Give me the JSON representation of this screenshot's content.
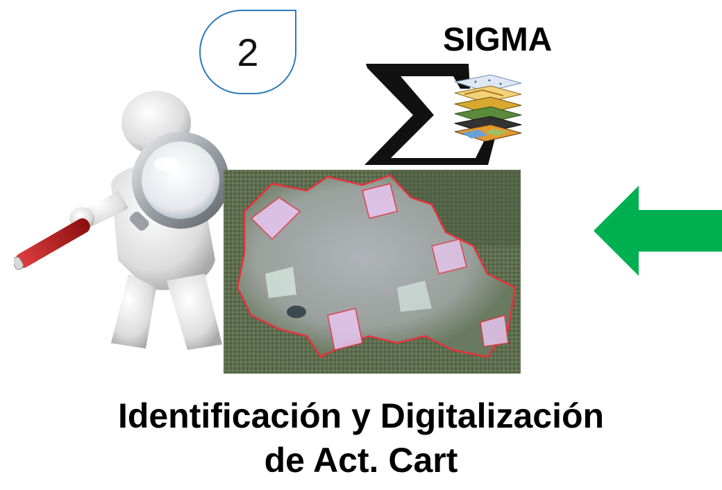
{
  "step": {
    "number": "2"
  },
  "brand": {
    "title": "SIGMA",
    "logo_icon": "sigma-layers-icon"
  },
  "caption": {
    "line1": "Identificación y Digitalización",
    "line2": "de Act. Cart"
  },
  "icons": {
    "figure": "person-magnifier-icon",
    "map": "satellite-map-image",
    "arrow": "left-arrow-icon"
  },
  "colors": {
    "badge_border": "#2a7ab6",
    "arrow": "#00b050",
    "boundary": "#e8303a",
    "highlight": "#e6c6f0"
  }
}
